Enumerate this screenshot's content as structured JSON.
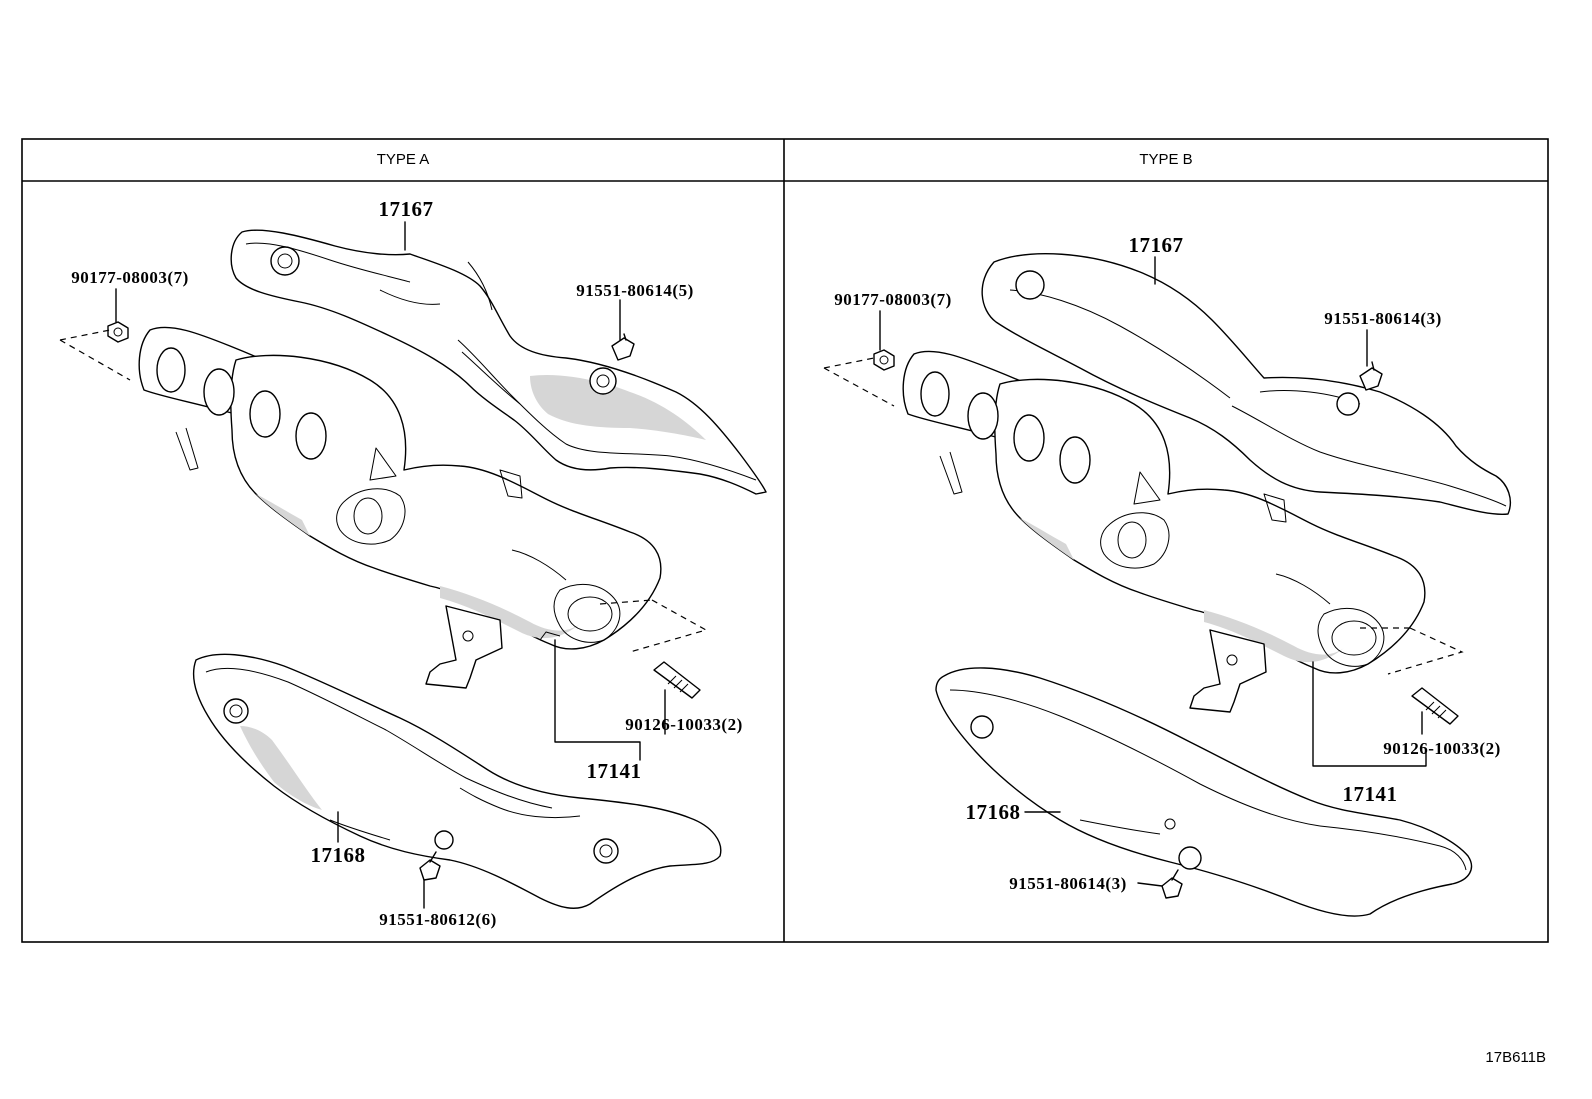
{
  "panels": [
    {
      "header": "TYPE A",
      "labels": {
        "upper_shield": "17167",
        "nut": "90177-08003(7)",
        "upper_bolt": "91551-80614(5)",
        "stud": "90126-10033(2)",
        "manifold": "17141",
        "lower_shield": "17168",
        "lower_bolt": "91551-80612(6)"
      }
    },
    {
      "header": "TYPE B",
      "labels": {
        "upper_shield": "17167",
        "nut": "90177-08003(7)",
        "upper_bolt": "91551-80614(3)",
        "stud": "90126-10033(2)",
        "manifold": "17141",
        "lower_shield": "17168",
        "lower_bolt": "91551-80614(3)"
      }
    }
  ],
  "reference_code": "17B611B"
}
